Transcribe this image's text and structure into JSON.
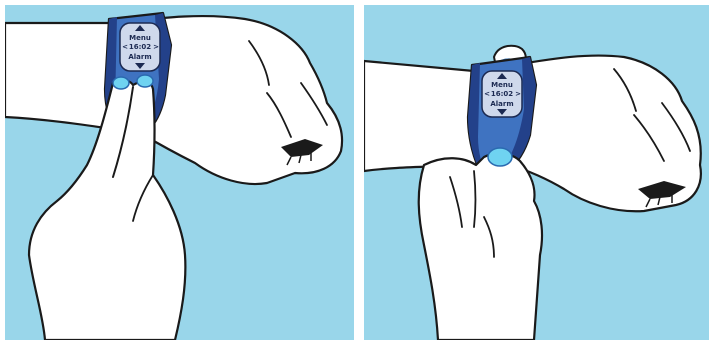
{
  "panels": [
    {
      "display": {
        "menu": "Menu",
        "time": "16:02",
        "alarm": "Alarm",
        "left": "<",
        "right": ">"
      }
    },
    {
      "display": {
        "menu": "Menu",
        "time": "16:02",
        "alarm": "Alarm",
        "left": "<",
        "right": ">"
      }
    }
  ],
  "colors": {
    "background": "#99d6ea",
    "device_body": "#3f73c1",
    "device_dark": "#23418a",
    "button_glow": "#6fd3f1",
    "skin": "#ffffff",
    "outline": "#1a1a1a"
  }
}
